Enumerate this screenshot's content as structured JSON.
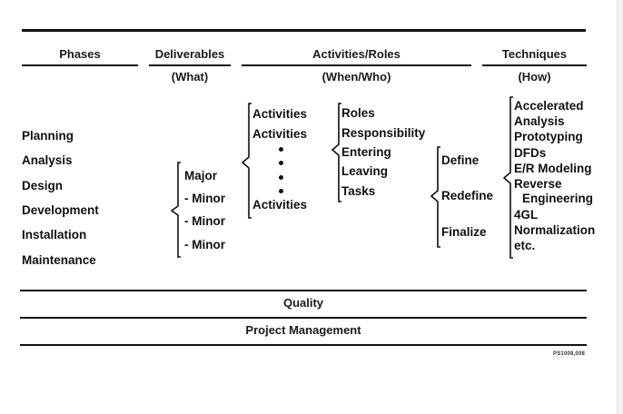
{
  "headers": {
    "phases": "Phases",
    "deliverables": "Deliverables",
    "deliverables_sub": "(What)",
    "activities_roles": "Activities/Roles",
    "activities_roles_sub": "(When/Who)",
    "techniques": "Techniques",
    "techniques_sub": "(How)"
  },
  "phases": [
    "Planning",
    "Analysis",
    "Design",
    "Development",
    "Installation",
    "Maintenance"
  ],
  "deliverables": [
    "Major",
    "- Minor",
    "- Minor",
    "- Minor"
  ],
  "activities": [
    "Activities",
    "Activities",
    "Activities"
  ],
  "roles": [
    "Roles",
    "Responsibility",
    "Entering",
    "Leaving",
    "Tasks"
  ],
  "stages": [
    "Define",
    "Redefine",
    "Finalize"
  ],
  "techniques": [
    "Accelerated",
    "Analysis",
    "Prototyping",
    "DFDs",
    "E/R Modeling",
    "Reverse",
    "Engineering",
    "4GL",
    "Normalization",
    "etc."
  ],
  "bands": {
    "quality": "Quality",
    "project_management": "Project Management"
  },
  "figure_code": "PS1008,008"
}
